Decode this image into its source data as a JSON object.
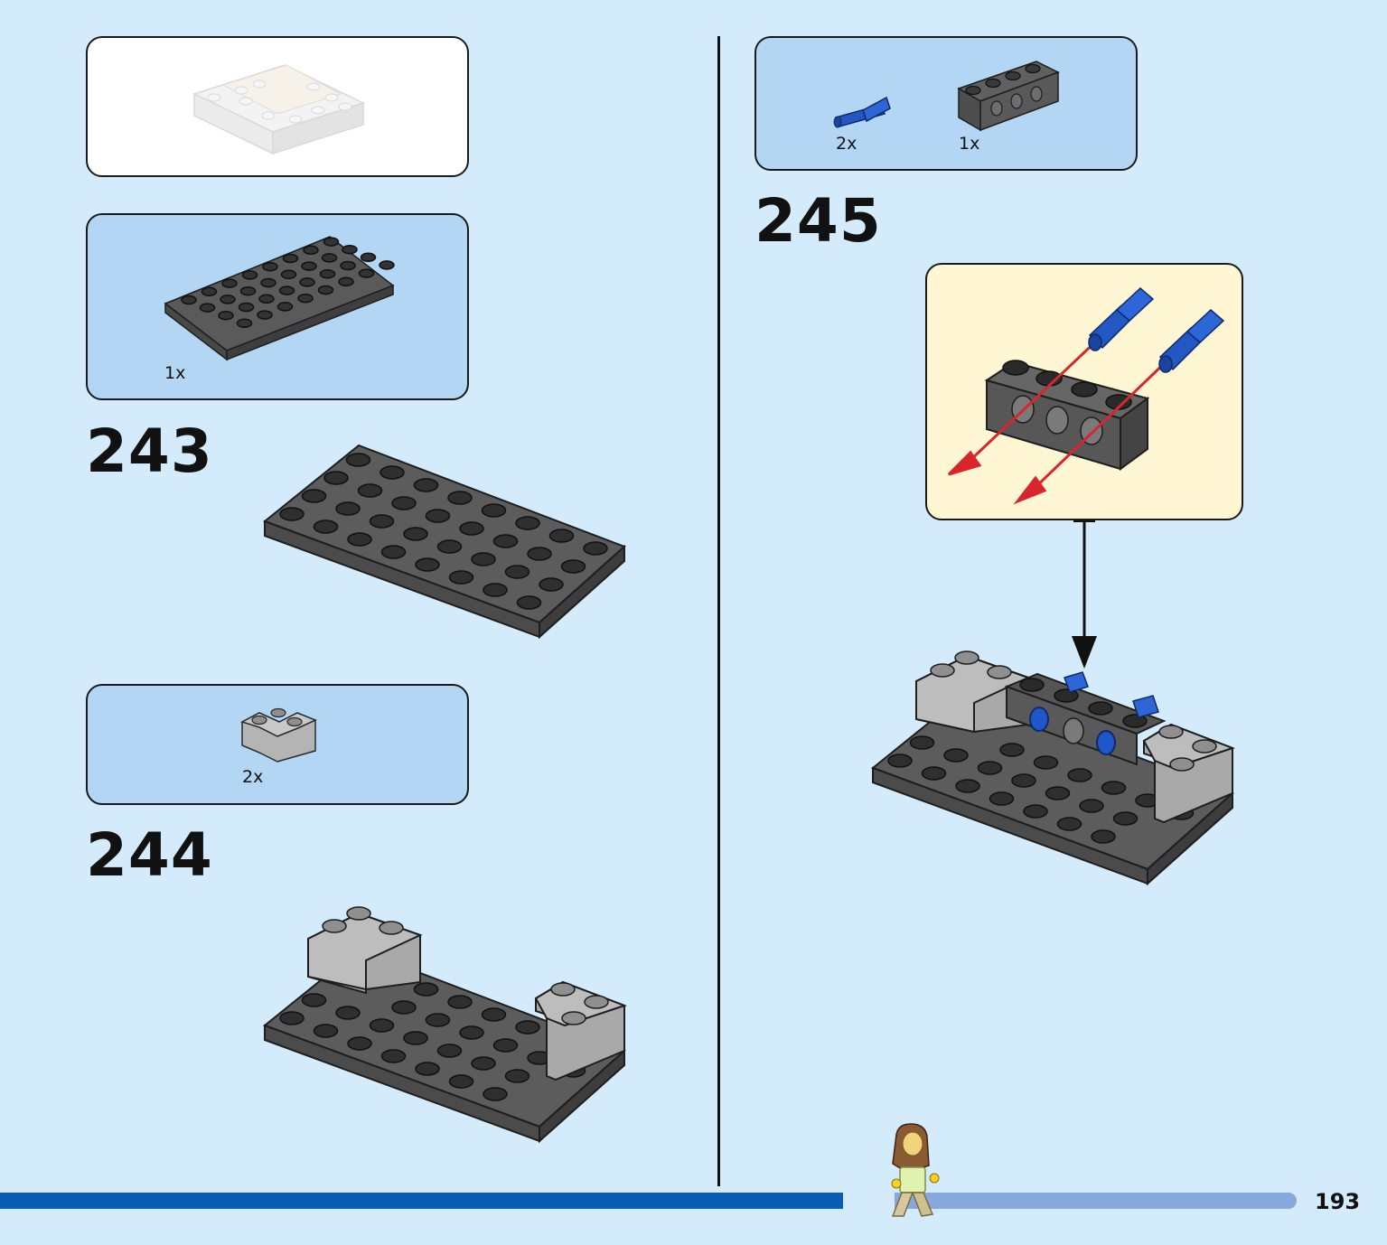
{
  "page_number": "193",
  "steps": [
    {
      "number": "243",
      "parts": [
        {
          "qty": "1x",
          "part": "plate-4x8-dark-gray"
        }
      ]
    },
    {
      "number": "244",
      "parts": [
        {
          "qty": "2x",
          "part": "corner-brick-light-gray"
        }
      ]
    },
    {
      "number": "245",
      "parts": [
        {
          "qty": "2x",
          "part": "technic-pin-blue"
        },
        {
          "qty": "1x",
          "part": "technic-brick-1x4-dark-gray"
        }
      ]
    }
  ],
  "progress": {
    "fraction": 0.65
  },
  "colors": {
    "background": "#d4ebfb",
    "parts_box": "#b2d6f4",
    "callout_box": "#fff7d3",
    "dark_gray_brick": "#595959",
    "light_gray_brick": "#a8a8a8",
    "blue_pin": "#1f56c9",
    "arrow_red": "#d8262c",
    "progress_done": "#0a5db4",
    "progress_rest": "#87a8dc"
  }
}
